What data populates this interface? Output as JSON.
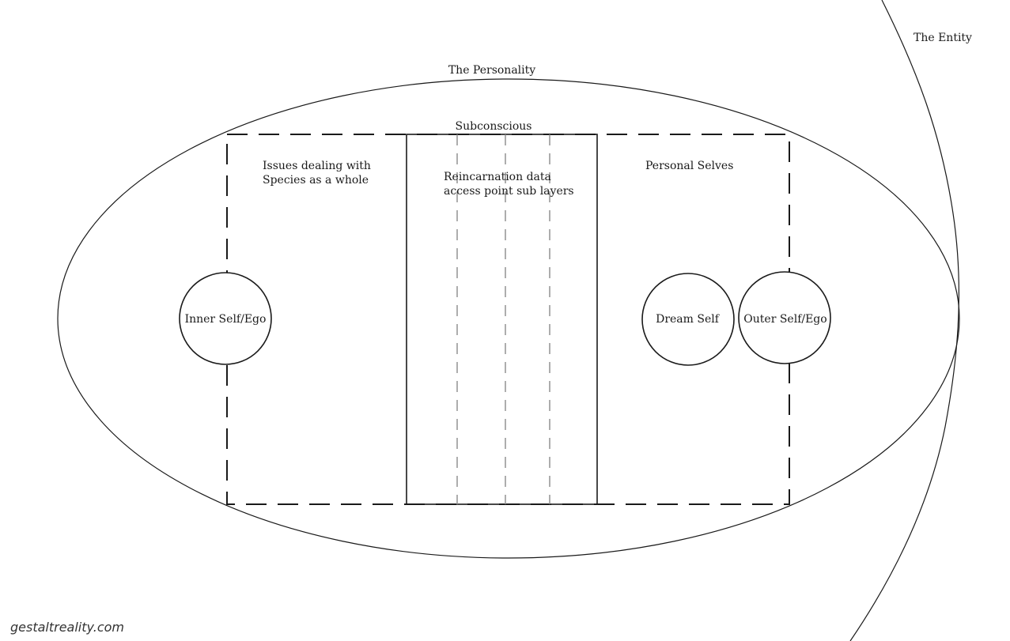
{
  "labels": {
    "entity": "The Entity",
    "personality": "The Personality",
    "subconscious": "Subconscious",
    "species_line1": "Issues dealing with",
    "species_line2": "Species as a whole",
    "reincarnation_line1": "Reincarnation data",
    "reincarnation_line2": "access point sub layers",
    "personal_selves": "Personal Selves",
    "inner_self": "Inner Self/Ego",
    "dream_self": "Dream Self",
    "outer_self": "Outer Self/Ego"
  },
  "watermark": "gestaltreality.com",
  "colors": {
    "line": "#1a1a1a",
    "sublayer": "#8a8a8a",
    "background": "#ffffff"
  }
}
